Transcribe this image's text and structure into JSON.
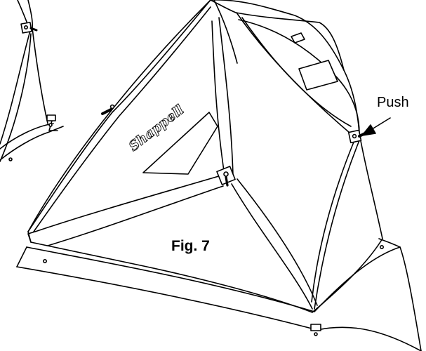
{
  "callouts": {
    "push": "Push",
    "figure_caption": "Fig. 7"
  },
  "brand": {
    "logo_text": "Shappell"
  },
  "colors": {
    "line": "#000000",
    "fill": "#ffffff"
  }
}
